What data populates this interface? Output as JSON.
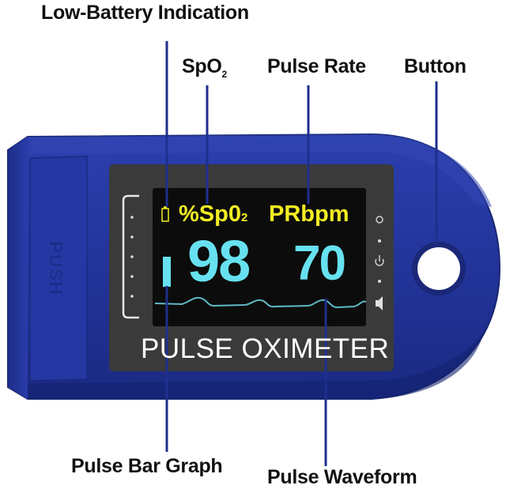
{
  "callouts": {
    "low_battery": "Low-Battery Indication",
    "spo2": "SpO",
    "spo2_subscript": "2",
    "pulse_rate": "Pulse Rate",
    "button": "Button",
    "pulse_bar_graph": "Pulse Bar Graph",
    "pulse_waveform": "Pulse Waveform"
  },
  "device": {
    "push_label": "PUSH",
    "name": "PULSE OXIMETER",
    "body_color": "#22349a",
    "screen_bezel_color": "#3a3a3a",
    "display_color": "#0c0c0c"
  },
  "display": {
    "spo2_label": "%Sp0",
    "spo2_label_subscript": "2",
    "pr_label": "PRbpm",
    "spo2_value": "98",
    "pr_value": "70",
    "label_color": "#f3ee23",
    "value_color": "#67e1f0"
  },
  "icons": {
    "battery": "battery-icon",
    "button_icons": [
      "circle-icon",
      "dot-icon",
      "power-icon",
      "dot-icon",
      "speaker-icon"
    ]
  }
}
